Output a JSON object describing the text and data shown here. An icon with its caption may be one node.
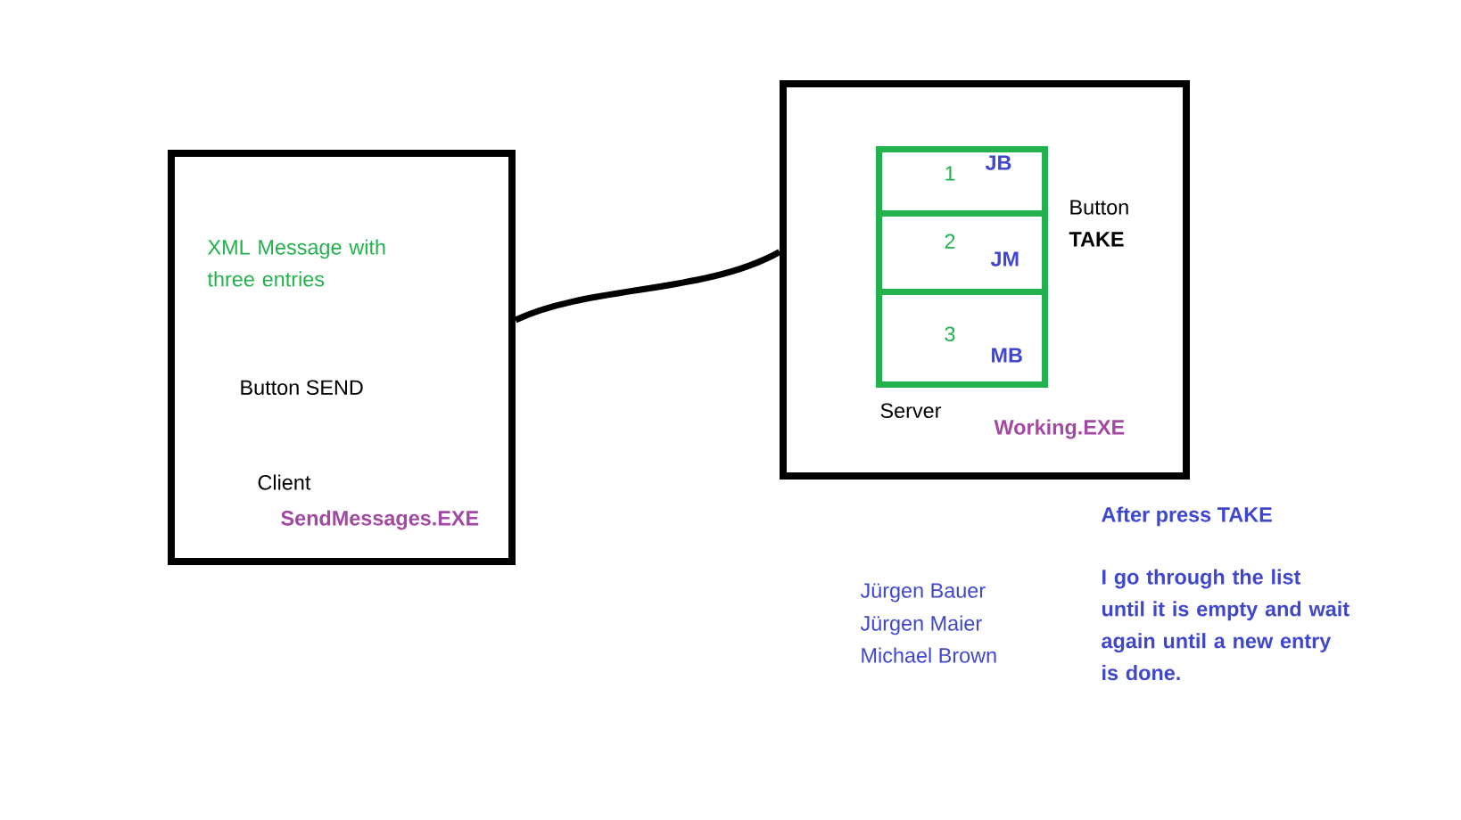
{
  "diagram": {
    "nodes": [
      {
        "text": [
          "XML Message with three entries",
          "Button SEND",
          "Client",
          "SendMessages.EXE"
        ]
      },
      {
        "text": [
          "Button **TAKE**",
          "Server",
          "Working.EXE"
        ]
      },
      {
        "text": [
          "1",
          "JB"
        ],
        "in": 1
      },
      {
        "text": [
          "2",
          "JM"
        ],
        "in": 1
      },
      {
        "text": [
          "3",
          "MB"
        ],
        "in": 1
      }
    ],
    "edges": [
      {
        "from": 0,
        "to": 1,
        "arrow": "none"
      }
    ],
    "labels": [
      "Jürgen Bauer",
      "Jürgen Maier",
      "Michael Brown",
      "After press TAKE",
      "I go through the list until it is empty and wait again until a new entry is done."
    ]
  }
}
